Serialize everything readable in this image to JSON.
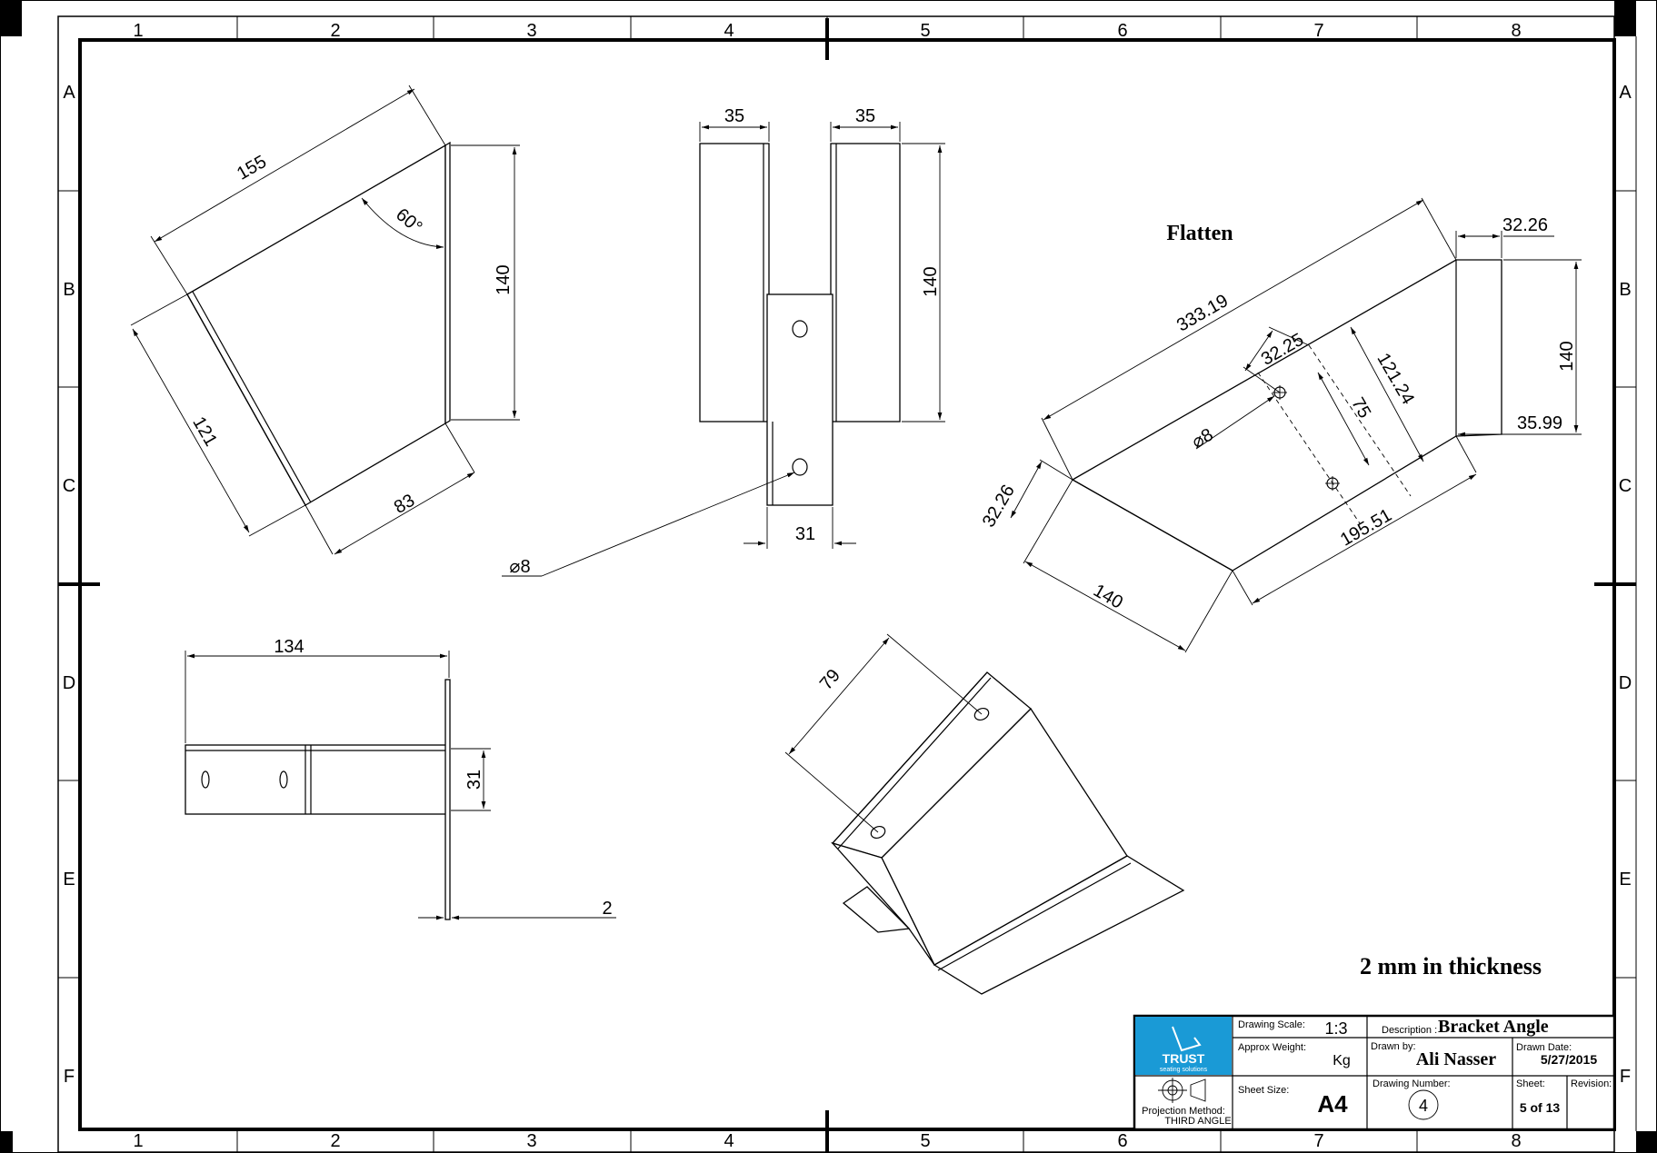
{
  "zones": {
    "columns": [
      "1",
      "2",
      "3",
      "4",
      "5",
      "6",
      "7",
      "8"
    ],
    "rows": [
      "A",
      "B",
      "C",
      "D",
      "E",
      "F"
    ]
  },
  "dims": {
    "d155": "155",
    "d60deg": "60°",
    "d140_left": "140",
    "d121": "121",
    "d83": "83",
    "d35_a": "35",
    "d35_b": "35",
    "d140_front": "140",
    "d31_front": "31",
    "dia8_front": "⌀8",
    "d134": "134",
    "d31_side": "31",
    "d2": "2",
    "d79": "79",
    "d333_19": "333.19",
    "d32_26_top": "32.26",
    "d32_25": "32.25",
    "d121_24": "121.24",
    "d75": "75",
    "d140_flat": "140",
    "d35_99": "35.99",
    "dia8_flat": "⌀8",
    "d32_26_left": "32.26",
    "d195_51": "195.51",
    "d140_flat_bottom": "140"
  },
  "notes": {
    "flatten": "Flatten",
    "thickness": "2 mm in thickness"
  },
  "title_block": {
    "logo_text": "TRUST",
    "logo_sub": "seating solutions",
    "scale_label": "Drawing Scale:",
    "scale_value": "1:3",
    "description_label": "Description :",
    "description_value": "Bracket Angle",
    "weight_label": "Approx Weight:",
    "weight_unit": "Kg",
    "drawn_by_label": "Drawn by:",
    "drawn_by_value": "Ali Nasser",
    "drawn_date_label": "Drawn Date:",
    "drawn_date_value": "5/27/2015",
    "projection_label": "Projection Method:",
    "projection_value": "THIRD ANGLE",
    "sheet_size_label": "Sheet Size:",
    "sheet_size_value": "A4",
    "drawing_number_label": "Drawing Number:",
    "drawing_number_value": "4",
    "sheet_label": "Sheet:",
    "sheet_value": "5 of 13",
    "revision_label": "Revision:"
  },
  "colors": {
    "logo_bg": "#1a9ad6",
    "ink": "#000000",
    "paper": "#ffffff"
  }
}
